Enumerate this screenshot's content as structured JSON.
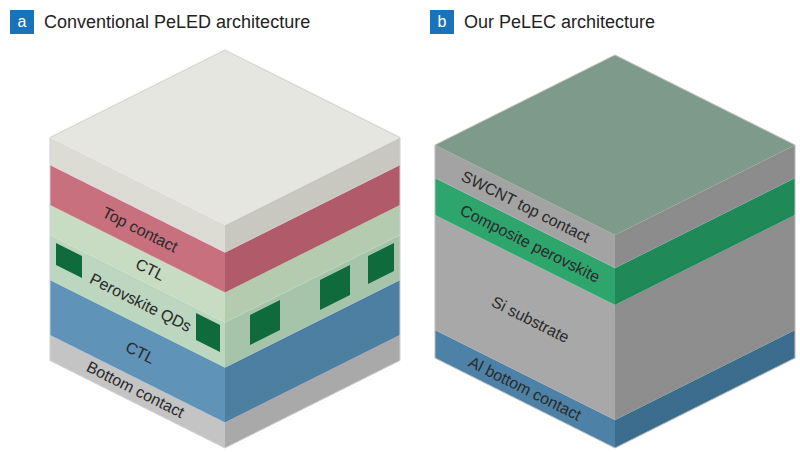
{
  "diagram": {
    "nodes": [
      {
        "text": [
          "a",
          "Conventional PeLED architecture"
        ]
      },
      {
        "text": [
          "b",
          "Our PeLEC architecture"
        ]
      }
    ],
    "labels": [
      "Top contact",
      "CTL",
      "Perovskite QDs",
      "CTL",
      "Bottom contact",
      "SWCNT top contact",
      "Composite perovskite",
      "Si substrate",
      "Al bottom contact"
    ]
  }
}
